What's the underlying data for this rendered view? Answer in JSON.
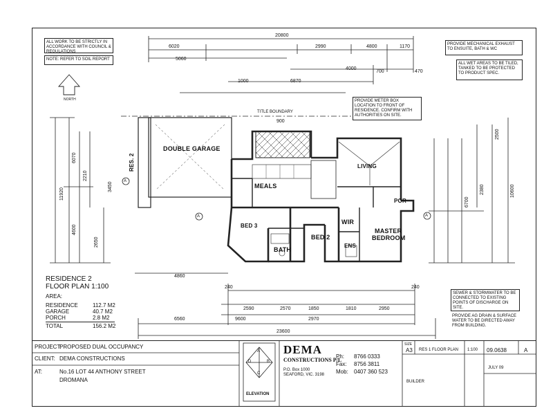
{
  "drawing": {
    "title": {
      "line1": "RESIDENCE 2",
      "line2": "FLOOR PLAN 1:100"
    },
    "area": {
      "heading": "AREA:",
      "rows": [
        {
          "label": "RESIDENCE",
          "value": "112.7 M2"
        },
        {
          "label": "GARAGE",
          "value": "40.7 M2"
        },
        {
          "label": "PORCH",
          "value": "2.8 M2"
        },
        {
          "label": "TOTAL",
          "value": "156.2 M2"
        }
      ]
    },
    "rooms": {
      "garage": "DOUBLE GARAGE",
      "meals": "MEALS",
      "living": "LIVING",
      "bed2": "BED 2",
      "bed3": "BED 3",
      "bath": "BATH",
      "wir": "WIR",
      "ens": "ENS",
      "master1": "MASTER",
      "master2": "BEDROOM",
      "por": "POR",
      "res2_label": "RES. 2"
    },
    "dims": {
      "top_overall": "20800",
      "top_a": "6020",
      "top_b": "2990",
      "top_c": "4800",
      "top_d": "1170",
      "top_e": "5060",
      "top_f": "4000",
      "top_g": "700",
      "top_h": "470",
      "top_i": "1000",
      "top_j": "6870",
      "mid_a": "900",
      "bottom_overall": "23600",
      "bottom_a": "6560",
      "bottom_b": "9600",
      "bottom_c": "2970",
      "bottom_d": "2590",
      "bottom_e": "2570",
      "bottom_f": "1850",
      "bottom_g": "1810",
      "bottom_h": "2950",
      "bottom_i": "240",
      "bottom_j": "4860",
      "left_a": "11920",
      "left_b": "6070",
      "left_c": "4600",
      "left_d": "2210",
      "left_e": "3450",
      "left_f": "2650",
      "right_a": "2500",
      "right_b": "10600",
      "right_c": "2380",
      "right_d": "6700",
      "title_boundary": "TITLE BOUNDARY",
      "north": "NORTH",
      "a_marker": "A"
    },
    "notes": {
      "tl": "ALL WORK TO BE STRICTLY IN ACCORDANCE WITH COUNCIL & REGULATIONS",
      "tl2": "NOTE: REFER TO SOIL REPORT",
      "tr1": "PROVIDE MECHANICAL EXHAUST TO ENSUITE, BATH & WC",
      "tr2": "ALL WET AREAS TO BE TILED, TANKED TO BE PROTECTED TO PRODUCT SPEC.",
      "meter": "PROVIDE METER BOX LOCATION TO FRONT OF RESIDENCE. CONFIRM WITH AUTHORITIES ON SITE.",
      "right_note": "SEWER & STORMWATER TO BE CONNECTED TO EXISTING POINTS OF DISCHARGE ON SITE.",
      "right_note2": "PROVIDE AG DRAIN & SURFACE WATER TO BE DIRECTED AWAY FROM BUILDING."
    }
  },
  "title_block": {
    "project_label": "PROJECT:",
    "project": "PROPOSED DUAL OCCUPANCY",
    "client_label": "CLIENT:",
    "client": "DEMA CONSTRUCTIONS",
    "at_label": "AT:",
    "address1": "No.16 LOT 44 ANTHONY STREET",
    "address2": "DROMANA",
    "elevation": "ELEVATION",
    "compass": {
      "a": "A",
      "b": "B",
      "c": "C",
      "d": "D"
    },
    "company1": "DEMA",
    "company2": "CONSTRUCTIONS P/L",
    "company_addr": "P.O. Box 1000\nSEAFORD, VIC. 3198",
    "ph_label": "Ph:",
    "ph": "8766 0333",
    "fax_label": "Fax:",
    "fax": "8756 3811",
    "mob_label": "Mob:",
    "mob": "0407 360 523",
    "sheet_label": "SIZE",
    "sheet": "A3",
    "drawing_name": "RES 1 FLOOR PLAN",
    "job_no": "09.0638",
    "rev": "A",
    "scale": "1:100",
    "date": "JULY 09",
    "builder": "BUILDER"
  }
}
